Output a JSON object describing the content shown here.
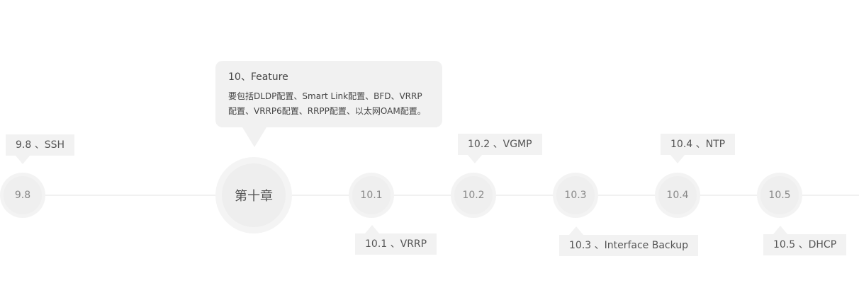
{
  "feature_card": {
    "title": "10、Feature",
    "description": "要包括DLDP配置、Smart Link配置、BFD、VRRP配置、VRRP6配置、RRPP配置、以太网OAM配置。"
  },
  "nodes": {
    "n98": "9.8",
    "chapter": "第十章",
    "n101": "10.1",
    "n102": "10.2",
    "n103": "10.3",
    "n104": "10.4",
    "n105": "10.5"
  },
  "tags": {
    "t98": "9.8 、SSH",
    "t101": "10.1 、VRRP",
    "t102": "10.2 、VGMP",
    "t103": "10.3 、Interface Backup",
    "t104": "10.4 、NTP",
    "t105": "10.5 、DHCP"
  }
}
